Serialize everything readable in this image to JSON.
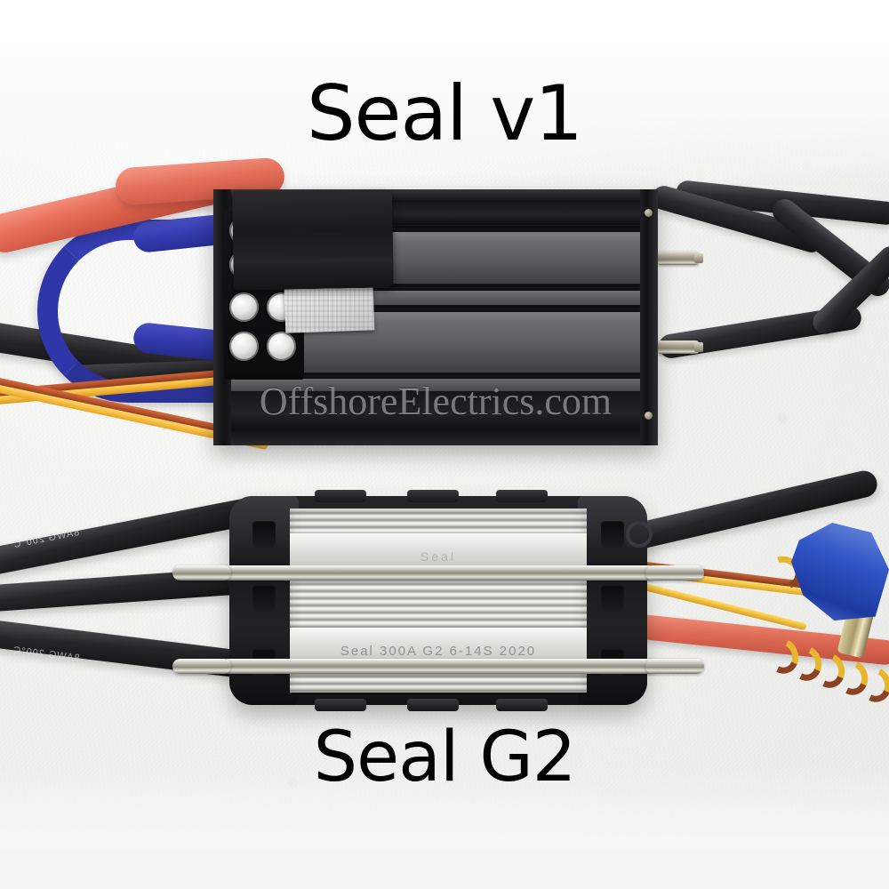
{
  "image": {
    "kind": "product-comparison-photo",
    "subject": "Two marine brushless ESC speed controllers side by side",
    "background_color": "#f4f4f2"
  },
  "labels": {
    "top_title": "Seal v1",
    "bottom_title": "Seal G2"
  },
  "watermark": {
    "text": "OffshoreElectrics.com",
    "color": "#e2e2e4"
  },
  "units": {
    "v1": {
      "name": "Seal v1",
      "body_color": "#1b1b1d",
      "features": {
        "capacitor_bank_label": "capacitor-bank",
        "capacitor_count": 6,
        "tape_wrap_label": "black-tape-wrap",
        "silver_shrink_label": "silver-heatshrink",
        "heatsink_label": "finned-heatsink",
        "fitting_label": "water-cooling-fitting",
        "fitting_count": 2
      },
      "cables": [
        {
          "name": "main-power-red",
          "color": "#e1705a",
          "awg": ""
        },
        {
          "name": "phase-blue-loop",
          "color": "#2f36a8",
          "awg": ""
        },
        {
          "name": "phase-black",
          "color": "#1f1f22",
          "awg": ""
        },
        {
          "name": "servo-lead-yellow",
          "color": "#e8a423",
          "awg": ""
        },
        {
          "name": "servo-lead-orange",
          "color": "#8d3a1e",
          "awg": ""
        },
        {
          "name": "water-cooling-tube",
          "color": "#2a2b2e",
          "awg": ""
        }
      ]
    },
    "g2": {
      "name": "Seal G2",
      "body_color": "#16161a",
      "heatsink_color": "#e2e2de",
      "etching": {
        "top_line": "Seal",
        "bottom_line": "Seal 300A G2   6-14S 2020",
        "model": "300A G2",
        "cell_range": "6-14S",
        "year": "2020"
      },
      "features": {
        "endcap_label": "molded-black-endcap",
        "cooling_rod_label": "cooling-rod",
        "cooling_rod_count": 2,
        "eyelet_label": "mounting-eyelet"
      },
      "cables": [
        {
          "name": "phase-black-1",
          "color": "#262628",
          "awg": "8AWG 200°C"
        },
        {
          "name": "phase-black-2",
          "color": "#262628",
          "awg": "8AWG 200°C"
        },
        {
          "name": "phase-black-3",
          "color": "#262628",
          "awg": "8AWG 200°C"
        },
        {
          "name": "main-power-red",
          "color": "#dd6a54",
          "awg": ""
        },
        {
          "name": "servo-lead-coiled",
          "color": "#e7b52e",
          "awg": ""
        }
      ],
      "accessories": {
        "blue_wrap_label": "blue-plastic-wrap",
        "bullet_connector_label": "gold-bullet-connector"
      }
    }
  },
  "cable_markings": {
    "awg_text": "8AWG 200°C"
  }
}
